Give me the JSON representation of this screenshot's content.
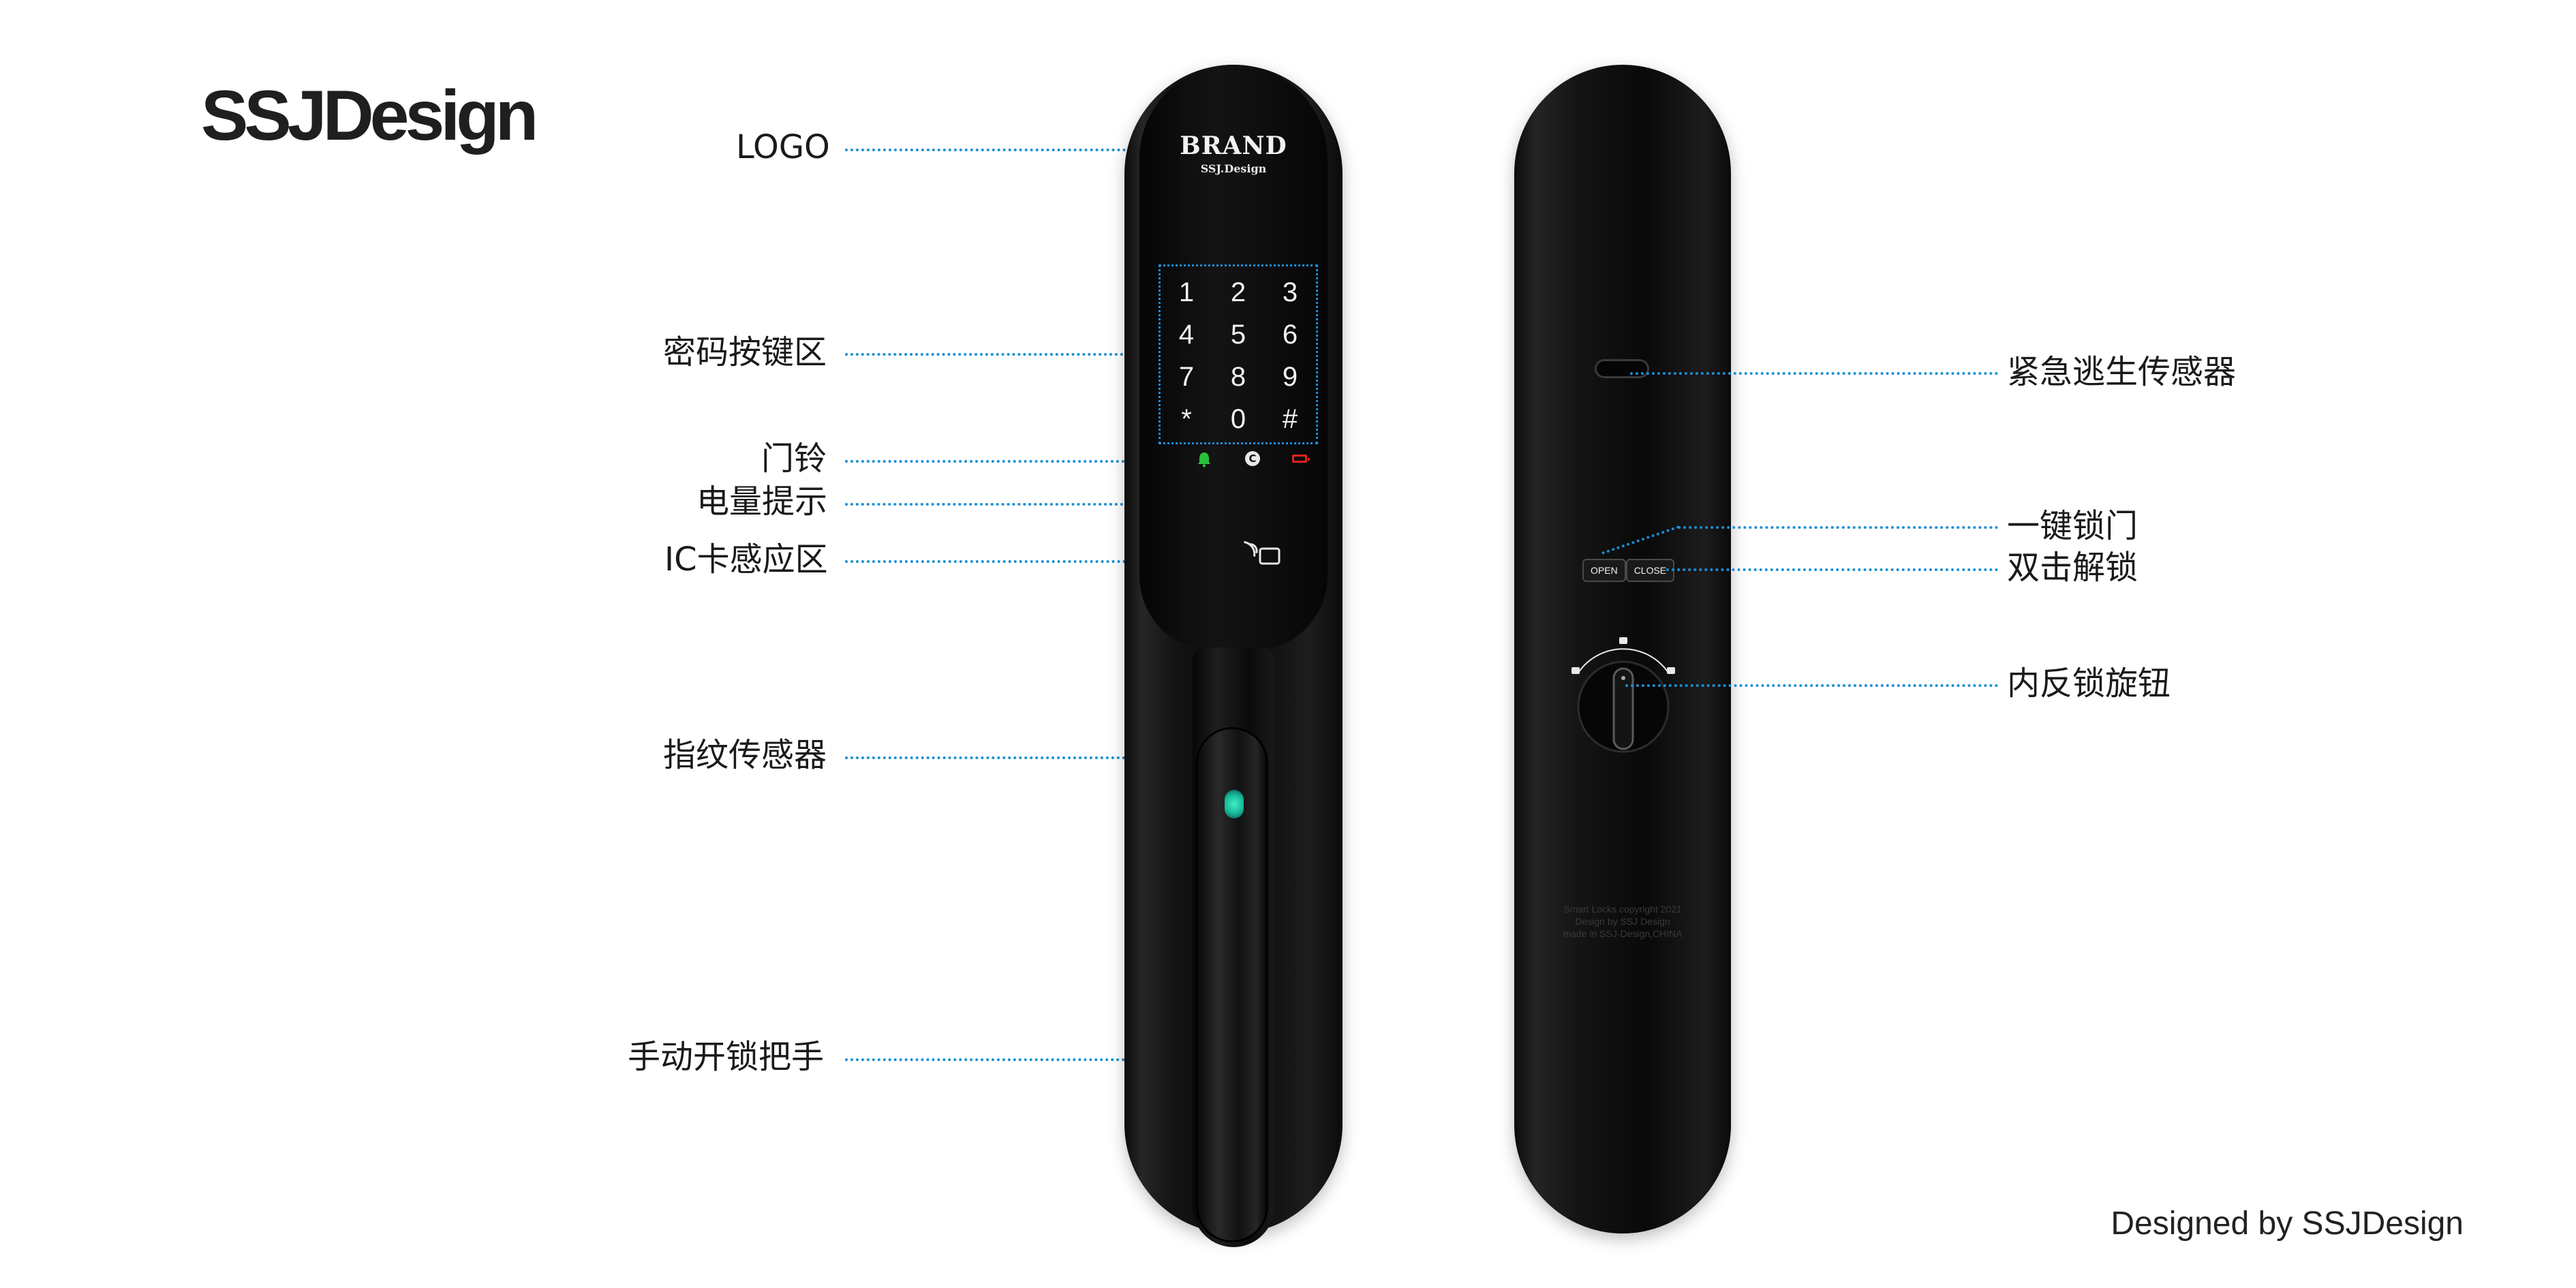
{
  "studio_logo": "SSJDesign",
  "credit": {
    "prefix": "Designed by",
    "name": "SSJDesign"
  },
  "front": {
    "brand": "BRAND",
    "brand_sub": "SSJ.Design",
    "keys": [
      "1",
      "2",
      "3",
      "4",
      "5",
      "6",
      "7",
      "8",
      "9",
      "*",
      "0",
      "#"
    ],
    "clear_key": "C"
  },
  "back": {
    "open_label": "OPEN",
    "close_label": "CLOSE",
    "engraving": [
      "Smart Locks copyright 2021",
      "Design by SSJ Design",
      "made in SSJ-Design,CHINA"
    ]
  },
  "callouts_left": {
    "logo": "LOGO",
    "keypad": "密码按键区",
    "doorbell": "门铃",
    "battery": "电量提示",
    "ic_card": "IC卡感应区",
    "fingerprint": "指纹传感器",
    "manual_handle": "手动开锁把手"
  },
  "callouts_right": {
    "emergency_sensor": "紧急逃生传感器",
    "one_key_lock": "一键锁门",
    "double_click_unlock": "双击解锁",
    "inner_knob": "内反锁旋钮"
  },
  "colors": {
    "leader": "#1a8fd6",
    "doorbell": "#2bbf3a",
    "battery": "#e02020",
    "fingerprint": "#2fe0bd"
  }
}
